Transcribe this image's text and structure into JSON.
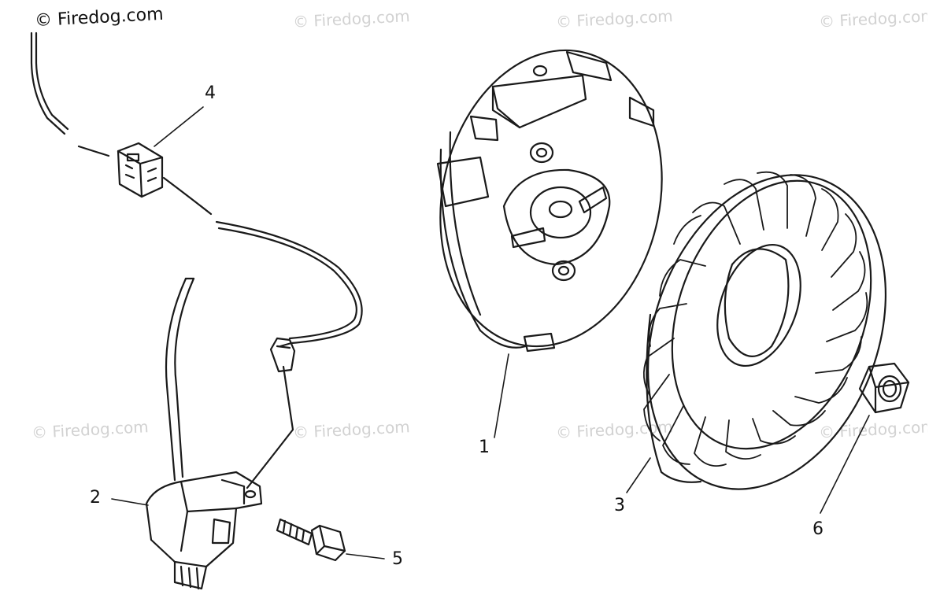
{
  "watermark": {
    "brand": "© Firedog.com",
    "repeat_count": 7
  },
  "parts": [
    {
      "number": "1",
      "icon": "flywheel-magnet"
    },
    {
      "number": "2",
      "icon": "ignition-coil"
    },
    {
      "number": "3",
      "icon": "cooling-fan"
    },
    {
      "number": "4",
      "icon": "wire-connector"
    },
    {
      "number": "5",
      "icon": "flange-bolt"
    },
    {
      "number": "6",
      "icon": "hex-nut"
    }
  ],
  "colors": {
    "line": "#1a1a1a",
    "watermark_faint": "#d2d2d2",
    "background": "#ffffff"
  }
}
